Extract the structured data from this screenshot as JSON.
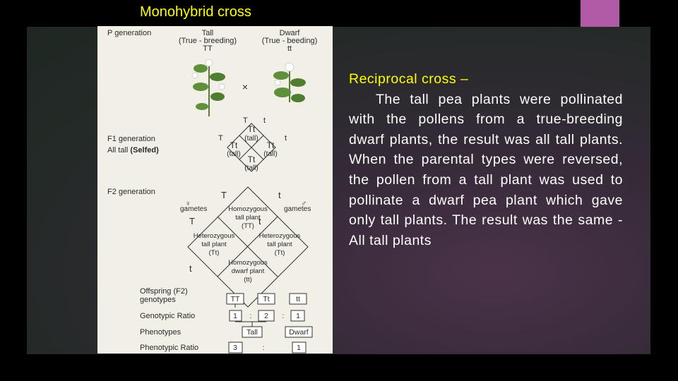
{
  "slide": {
    "title": "Monohybrid cross",
    "heading": "Reciprocal cross –",
    "paragraph": "The tall pea plants were pollinated with the pollens from a true-breeding dwarf plants, the result was all tall plants. When the parental types were reversed, the pollen from a tall plant was used to pollinate a dwarf pea plant which gave only tall plants. The result was the same - All tall plants",
    "accent_color": "#b15aa6",
    "title_color": "#ffff00"
  },
  "figure": {
    "p_generation": "P generation",
    "tall": "Tall",
    "tall_sub": "(True - breeding)",
    "tall_genotype": "TT",
    "dwarf": "Dwarf",
    "dwarf_sub": "(True - beeding)",
    "dwarf_genotype": "tt",
    "cross_sign": "×",
    "f1_generation": "F1 generation",
    "f1_all_tall": "All tall",
    "f1_selfed": "(Selfed)",
    "f1_allele_T": "T",
    "f1_allele_t": "t",
    "f1_cells": [
      {
        "genotype": "Tt",
        "phenotype": "(tall)"
      },
      {
        "genotype": "Tt",
        "phenotype": "(tall)"
      },
      {
        "genotype": "Tt",
        "phenotype": "(tall)"
      },
      {
        "genotype": "Tt",
        "phenotype": "(tall)"
      }
    ],
    "f2_generation": "F2 generation",
    "female_symbol": "♀",
    "male_symbol": "♂",
    "gametes": "gametes",
    "f2_allele_T": "T",
    "f2_allele_t": "t",
    "f2_top_l1": "Homozygous",
    "f2_top_l2": "tall plant",
    "f2_top_l3": "(TT)",
    "f2_left_l1": "Heterozygous",
    "f2_left_l2": "tall plant",
    "f2_left_l3": "(Tt)",
    "f2_right_l1": "Heterozygous",
    "f2_right_l2": "tall plant",
    "f2_right_l3": "(Tt)",
    "f2_bottom_l1": "Homozygous",
    "f2_bottom_l2": "dwarf plant",
    "f2_bottom_l3": "(tt)",
    "offspring_l1": "Offspring (F2)",
    "offspring_l2": "genotypes",
    "genotypes": [
      "TT",
      "Tt",
      "tt"
    ],
    "genotypic_ratio": "Genotypic Ratio",
    "genotypic_values": [
      "1",
      "2",
      "1"
    ],
    "ratio_colon": ":",
    "phenotypes": "Phenotypes",
    "phenotype_tall": "Tall",
    "phenotype_dwarf": "Dwarf",
    "phenotypic_ratio": "Phenotypic  Ratio",
    "phenotypic_values": [
      "3",
      "1"
    ]
  }
}
